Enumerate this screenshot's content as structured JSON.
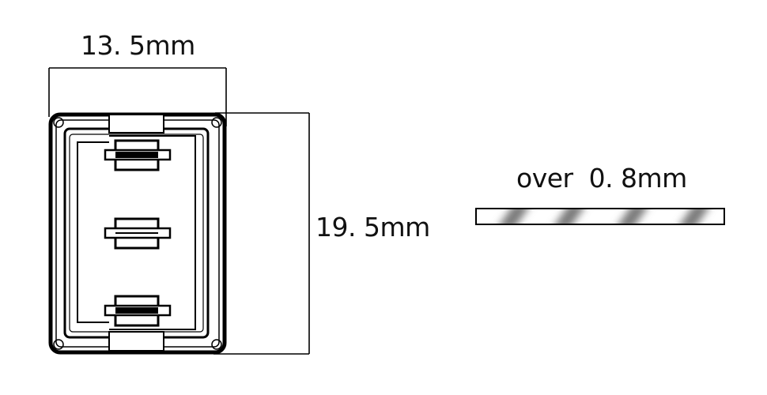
{
  "dimensions": {
    "width_label": "13. 5mm",
    "height_label": "19. 5mm",
    "thickness_label": "over  0. 8mm"
  },
  "colors": {
    "line": "#000000",
    "stripe": "#7a7a7a"
  }
}
